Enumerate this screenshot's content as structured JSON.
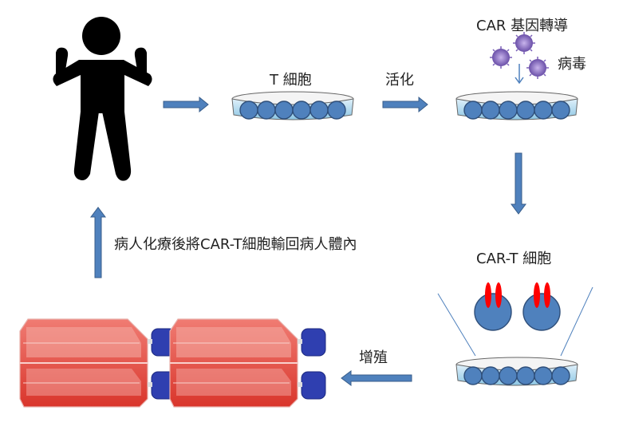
{
  "title": "CAR-T cell therapy process",
  "labels": {
    "t_cell": "T 細胞",
    "activation": "活化",
    "car_transduction": "CAR 基因轉導",
    "virus": "病毒",
    "car_t_cell": "CAR-T 細胞",
    "expansion": "增殖",
    "reinfusion": "病人化療後將CAR-T細胞輸回病人體內"
  },
  "steps": [
    {
      "id": "patient",
      "name": "Patient"
    },
    {
      "id": "t-cell-dish",
      "name": "T 細胞"
    },
    {
      "id": "activated-dish",
      "name": "CAR 基因轉導"
    },
    {
      "id": "car-t-dish",
      "name": "CAR-T 細胞"
    },
    {
      "id": "culture-flasks",
      "name": "增殖"
    }
  ],
  "colors": {
    "arrow": "#4f81bd",
    "arrow_border": "#385d8a",
    "cell": "#4f81bd",
    "receptor": "#ff0000",
    "virus": "#8a6fc2",
    "medium": "#c00000"
  }
}
